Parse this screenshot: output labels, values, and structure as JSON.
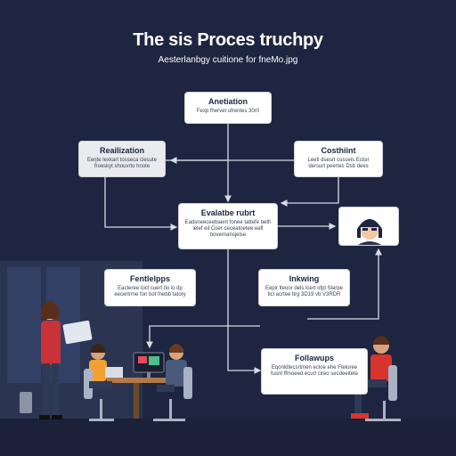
{
  "header": {
    "title": "The sis Proces truchpy",
    "subtitle": "Aesterlanbgy cuitione for fneMo.jpg"
  },
  "nodes": {
    "anetiation": {
      "title": "Anetiation",
      "desc": "Fexp fhervet ufrentes 30r0"
    },
    "reailization": {
      "title": "Reailization",
      "desc": "Eerjte lexkart tosseca clesute froeskyt shouvrto hnote"
    },
    "costhiint": {
      "title": "Costhiint",
      "desc": "Leetl dsesrt cosseis Eclsir dersurt peertes Dsb dees"
    },
    "evaluation": {
      "title": "Evalatbe rubrt",
      "desc": "Eadsneeceebaent fonee tattefe beth ielef eil Coer ceceatoetee eafl bovernansjelse"
    },
    "fentlelpps": {
      "title": "Fentlelpps",
      "desc": "Eacteree tocl cuert Ilo io dp eecertrme fon bot fnebb tatory"
    },
    "inkwing": {
      "title": "Inkwing",
      "desc": "Eepir lteoor dels lcert ofpt Slarpe ticl acrtee ltrg 3D19 vb V3RDR"
    },
    "followps": {
      "title": "Follawups",
      "desc": "Eqonldtecsrtmen ecloe ehe Fteloree fusnt ffmoeed ecurl cireo secdeeitete"
    }
  },
  "colors": {
    "background": "#1d2540",
    "box": "#ffffff",
    "box_alt": "#e9ebef",
    "connector": "#d7dbe3",
    "accent_red": "#d8342f",
    "accent_orange": "#f0a131"
  },
  "icons": {
    "profile": "person-avatar-icon"
  }
}
